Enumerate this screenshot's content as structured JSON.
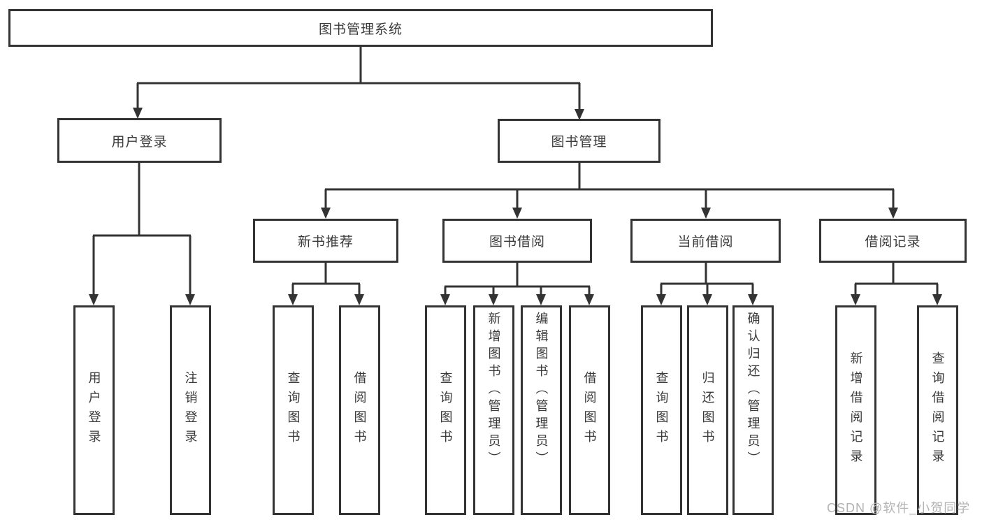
{
  "diagram": {
    "title": "图书管理系统",
    "branches": [
      {
        "label": "用户登录",
        "children": [
          {
            "label": "用户登录"
          },
          {
            "label": "注销登录"
          }
        ]
      },
      {
        "label": "图书管理",
        "children": [
          {
            "label": "新书推荐",
            "children": [
              {
                "label": "查询图书"
              },
              {
                "label": "借阅图书"
              }
            ]
          },
          {
            "label": "图书借阅",
            "children": [
              {
                "label": "查询图书"
              },
              {
                "label": "新增图书（管理员）"
              },
              {
                "label": "编辑图书（管理员）"
              },
              {
                "label": "借阅图书"
              }
            ]
          },
          {
            "label": "当前借阅",
            "children": [
              {
                "label": "查询图书"
              },
              {
                "label": "归还图书"
              },
              {
                "label": "确认归还（管理员）"
              }
            ]
          },
          {
            "label": "借阅记录",
            "children": [
              {
                "label": "新增借阅记录"
              },
              {
                "label": "查询借阅记录"
              }
            ]
          }
        ]
      }
    ]
  },
  "watermark": {
    "text": "CSDN @软件_小贺同学"
  },
  "colors": {
    "line": "#333333",
    "box_border": "#333333",
    "text": "#3a3a3a",
    "watermark": "#b3b3b3",
    "background": "#ffffff"
  }
}
